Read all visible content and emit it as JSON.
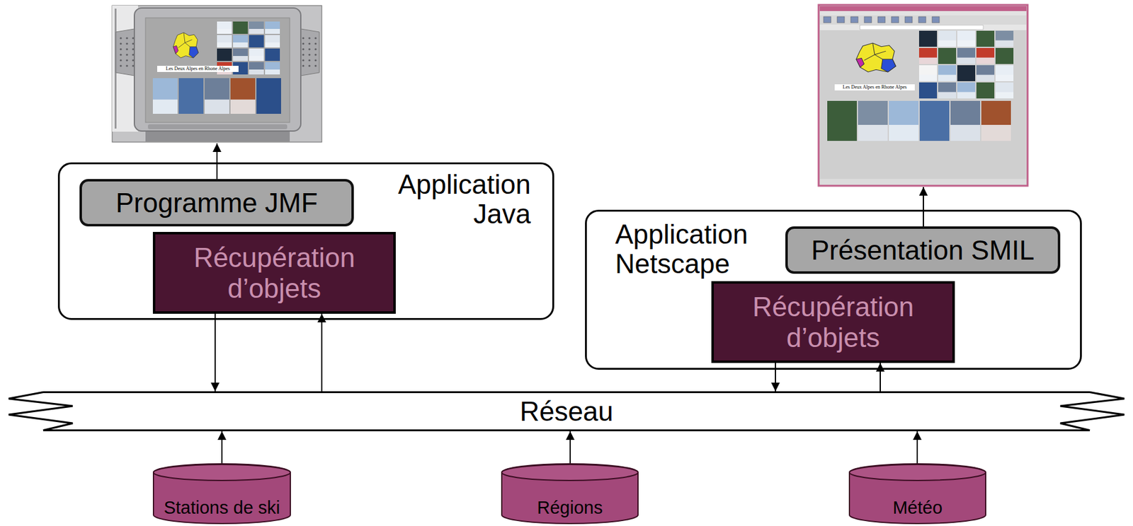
{
  "diagram": {
    "nodes": [
      {
        "text": [
          "Application Java"
        ]
      },
      {
        "text": [
          "Programme JMF"
        ],
        "in": 0
      },
      {
        "text": [
          "Récupération d’objets"
        ],
        "in": 0
      },
      {
        "text": [
          "Application Netscape"
        ]
      },
      {
        "text": [
          "Présentation SMIL"
        ],
        "in": 3
      },
      {
        "text": [
          "Récupération d’objets"
        ],
        "in": 3
      },
      {
        "text": [
          "Réseau"
        ]
      },
      {
        "text": [
          "Stations de ski"
        ]
      },
      {
        "text": [
          "Régions"
        ]
      },
      {
        "text": [
          "Météo"
        ]
      }
    ],
    "edges": [
      {
        "from": 2,
        "to": 6,
        "arrow": "to"
      },
      {
        "from": 6,
        "to": 2,
        "arrow": "to"
      },
      {
        "from": 5,
        "to": 6,
        "arrow": "to"
      },
      {
        "from": 6,
        "to": 5,
        "arrow": "to"
      },
      {
        "from": 7,
        "to": 6,
        "arrow": "to"
      },
      {
        "from": 8,
        "to": 6,
        "arrow": "to"
      },
      {
        "from": 9,
        "to": 6,
        "arrow": "to"
      }
    ],
    "labels": [
      "Les Deux Alpes en Rhone Alpes",
      "Les Deux Alpes en Rhone Alpes"
    ]
  }
}
